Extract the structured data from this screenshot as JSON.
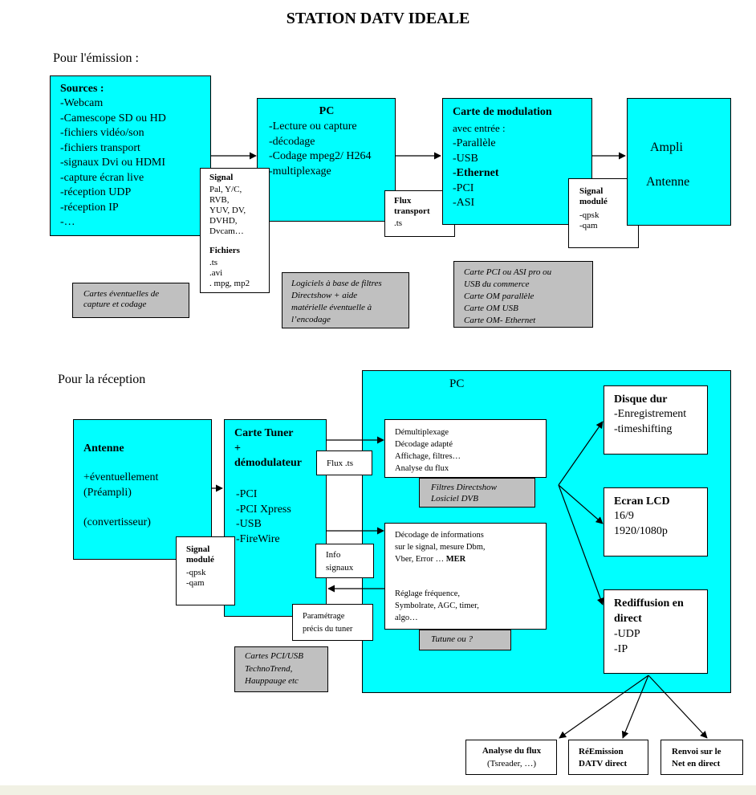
{
  "title": "STATION DATV IDEALE",
  "emission": {
    "heading": "Pour l'émission :",
    "sources": {
      "title": "Sources :",
      "items": [
        "-Webcam",
        "-Camescope SD ou HD",
        "-fichiers vidéo/son",
        "-fichiers transport",
        "-signaux Dvi ou HDMI",
        "-capture écran live",
        "-réception UDP",
        "-réception IP",
        "-…"
      ]
    },
    "signal_box": {
      "title": "Signal",
      "items": [
        "Pal, Y/C,",
        "RVB,",
        "YUV, DV,",
        "DVHD,",
        "Dvcam…"
      ],
      "files_title": "Fichiers",
      "files": [
        ".ts",
        ".avi",
        ". mpg, mp2"
      ]
    },
    "pc": {
      "title": "PC",
      "items": [
        "-Lecture ou capture",
        "-décodage",
        "-Codage mpeg2/ H264",
        "-multiplexage"
      ]
    },
    "flux_transport": {
      "title_1": "Flux",
      "title_2": "transport",
      "value": ".ts"
    },
    "modulation": {
      "title": "Carte de modulation",
      "subtitle": "avec entrée  :",
      "items": [
        "-Parallèle",
        "-USB",
        "-Ethernet",
        "-PCI",
        "-ASI"
      ]
    },
    "signal_module": {
      "title_1": "Signal",
      "title_2": "modulé",
      "items": [
        "-qpsk",
        "-qam"
      ]
    },
    "ampli": {
      "line1": "Ampli",
      "line2": "Antenne"
    },
    "notes": {
      "capture": [
        "Cartes éventuelles de",
        "capture et codage"
      ],
      "logiciels": [
        "Logiciels à base de filtres",
        "Directshow + aide",
        "matérielle éventuelle à",
        "l’encodage"
      ],
      "cartes_pci": [
        "Carte PCI ou ASI pro ou",
        "USB du commerce",
        "Carte OM parallèle",
        "Carte OM USB",
        "Carte OM- Ethernet"
      ]
    }
  },
  "reception": {
    "heading": "Pour la réception",
    "pc_label": "PC",
    "antenne": {
      "title": "Antenne",
      "items": [
        "+éventuellement",
        "(Préampli)",
        "",
        "(convertisseur)"
      ]
    },
    "signal_module": {
      "title_1": "Signal",
      "title_2": "modulé",
      "items": [
        "-qpsk",
        "-qam"
      ]
    },
    "tuner": {
      "title_1": "Carte Tuner",
      "title_2": "+",
      "title_3": "démodulateur",
      "items": [
        "-PCI",
        "-PCI Xpress",
        "-USB",
        "-FireWire"
      ]
    },
    "flux_ts": "Flux .ts",
    "info_signaux": [
      "Info",
      "signaux"
    ],
    "parametrage": [
      "Paramétrage",
      "précis du tuner"
    ],
    "demux": [
      "Démultiplexage",
      "Décodage adapté",
      "Affichage, filtres…",
      "Analyse du flux"
    ],
    "filtres_note": [
      "Filtres Directshow",
      "Losiciel DVB"
    ],
    "decodage_info": {
      "lines": [
        "Décodage de informations",
        "sur le signal, mesure Dbm,"
      ],
      "vber_text": "Vber, Error …",
      "mer": "MER",
      "reglage": [
        "Réglage fréquence,",
        "Symbolrate, AGC, timer,",
        "algo…"
      ]
    },
    "tutune_note": "Tutune ou ?",
    "cartes_pci_note": [
      "Cartes PCI/USB",
      "TechnoTrend,",
      "Hauppauge etc"
    ],
    "disque": {
      "title": "Disque dur",
      "items": [
        "-Enregistrement",
        "-timeshifting"
      ]
    },
    "ecran": {
      "title": "Ecran LCD",
      "items": [
        "16/9",
        "1920/1080p"
      ]
    },
    "rediffusion": {
      "title_1": "Rediffusion en",
      "title_2": "direct",
      "items": [
        "-UDP",
        "-IP"
      ]
    },
    "outputs": {
      "analyse": {
        "title": "Analyse du flux",
        "sub": "(Tsreader, …)"
      },
      "reemission": {
        "title_1": "RéEmission",
        "title_2": "DATV direct"
      },
      "renvoi": {
        "title_1": "Renvoi sur le",
        "title_2": "Net en direct"
      }
    }
  },
  "colors": {
    "cyan": "#00ffff",
    "gray": "#c0c0c0",
    "white": "#ffffff",
    "bottom_strip": "#f1f1e4"
  }
}
